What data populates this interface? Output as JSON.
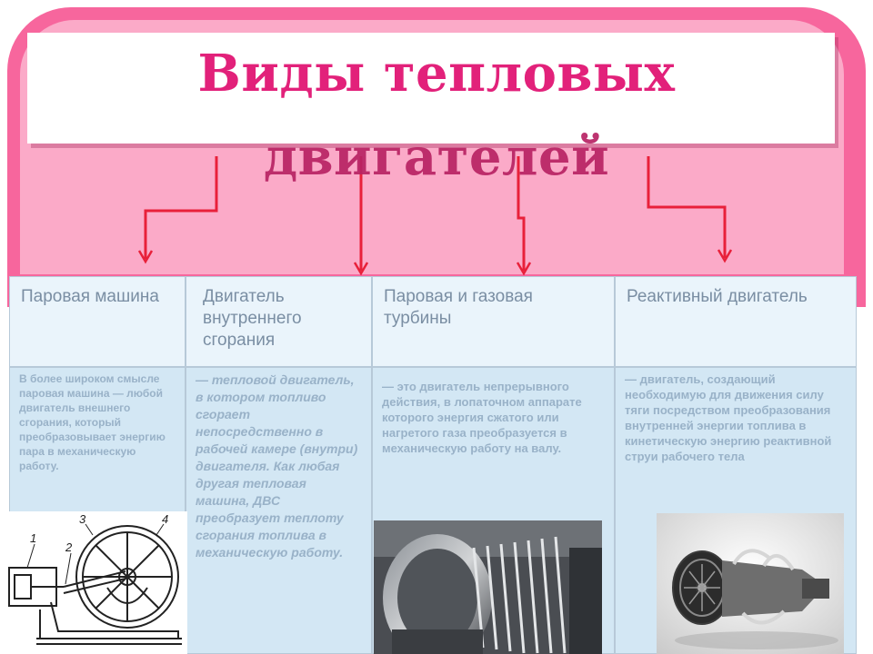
{
  "title": {
    "line1": "Виды тепловых",
    "line2": "двигателей"
  },
  "columns": [
    {
      "header": "Паровая машина",
      "description": "В более широком смысле паровая машина — любой двигатель внешнего сгорания, который преобразовывает энергию пара в механическую работу."
    },
    {
      "header": "Двигатель внутреннего сгорания",
      "description": "— тепловой двигатель, в котором топливо сгорает непосредственно в рабочей камере (внутри) двигателя. Как любая другая тепловая машина, ДВС преобразует теплоту сгорания топлива в механическую работу."
    },
    {
      "header": "Паровая и газовая турбины",
      "description": "— это двигатель непрерывного действия, в лопаточном аппарате которого энергия сжатого или нагретого газа преобразуется в механическую работу на валу."
    },
    {
      "header": "Реактивный двигатель",
      "description": "— двигатель, создающий необходимую для движения силу тяги посредством преобразования внутренней энергии топлива в кинетическую энергию реактивной струи рабочего тела"
    }
  ],
  "figure_labels": [
    "1",
    "2",
    "3",
    "4"
  ],
  "colors": {
    "frame_pink": "#f7669d",
    "title": "#e2217a",
    "arrows": "#e8203a",
    "cell_header": "#eaf4fb",
    "cell_body": "#d3e7f4"
  }
}
